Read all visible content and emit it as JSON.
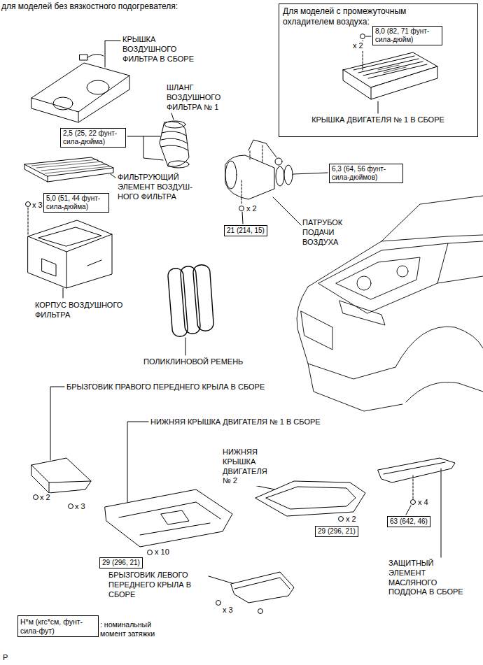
{
  "diagram": {
    "title": "для моделей без вязкостного подогревателя:",
    "nodes": [
      {
        "text": [
          "Для моделей с промежуточным охладителем воздуха:"
        ]
      },
      {
        "text": [
          "8,0 (82, 71 фунт-сила-дюйм)"
        ],
        "in": 0
      },
      {
        "text": [
          "2,5 (25, 22 фунт-сила-дюйма)"
        ]
      },
      {
        "text": [
          "5,0 (51, 44 фунт-сила-дюйма)"
        ]
      },
      {
        "text": [
          "6,3 (64, 56 фунт-сила-дюймов)"
        ]
      },
      {
        "text": [
          "21 (214, 15)"
        ]
      },
      {
        "text": [
          "29 (296, 21)"
        ]
      },
      {
        "text": [
          "29 (296, 21)"
        ]
      },
      {
        "text": [
          "63 (642, 46)"
        ]
      },
      {
        "text": [
          "Н*м (кгс*см, фунт-сила-фут)",
          ": номинальный момент затяжки"
        ]
      }
    ],
    "labels": [
      "x 2",
      "КРЫШКА ДВИГАТЕЛЯ № 1 В СБОРЕ",
      "КРЫШКА ВОЗДУШНОГО ФИЛЬТРА В СБОРЕ",
      "ШЛАНГ ВОЗДУШНОГО ФИЛЬТРА № 1",
      "ФИЛЬТРУЮЩИЙ ЭЛЕМЕНТ ВОЗДУШ-НОГО ФИЛЬТРА",
      "x 3",
      "КОРПУС ВОЗДУШНОГО ФИЛЬТРА",
      "x 2",
      "ПАТРУБОК ПОДАЧИ ВОЗДУХА",
      "ПОЛИКЛИНОВОЙ РЕМЕНЬ",
      "БРЫЗГОВИК ПРАВОГО ПЕРЕДНЕГО КРЫЛА В СБОРЕ",
      "НИЖНЯЯ КРЫШКА ДВИГАТЕЛЯ № 1 В СБОРЕ",
      "НИЖНЯЯ КРЫШКА ДВИГАТЕЛЯ № 2",
      "x 2",
      "x 3",
      "x 10",
      "x 2",
      "x 4",
      "БРЫЗГОВИК ЛЕВОГО ПЕРЕДНЕГО КРЫЛА В СБОРЕ",
      "x 3",
      "ЗАЩИТНЫЙ ЭЛЕМЕНТ МАСЛЯНОГО ПОДДОНА В СБОРЕ",
      "P"
    ]
  }
}
